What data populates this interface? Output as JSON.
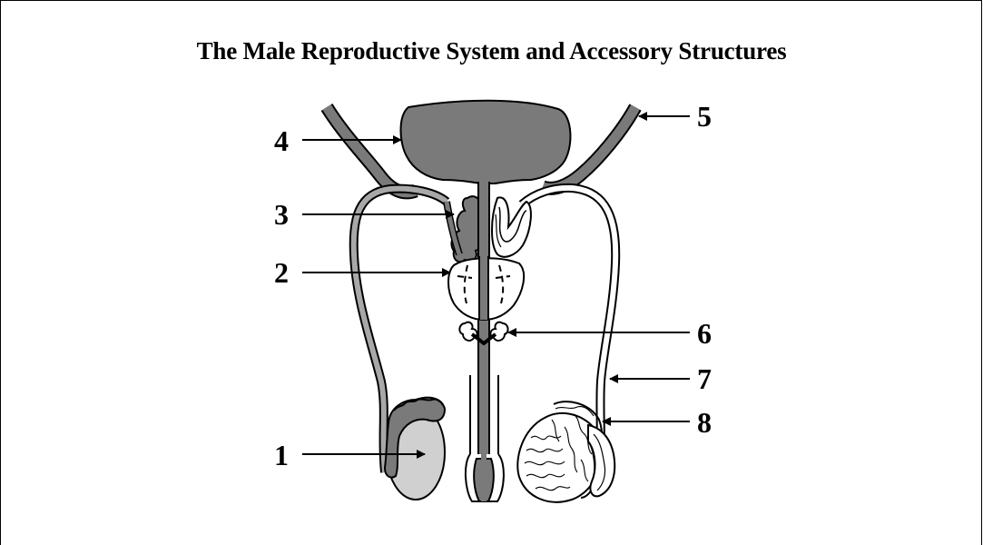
{
  "title": "The Male Reproductive System and Accessory Structures",
  "labels": {
    "l1": "1",
    "l2": "2",
    "l3": "3",
    "l4": "4",
    "l5": "5",
    "l6": "6",
    "l7": "7",
    "l8": "8"
  },
  "colors": {
    "dark_fill": "#7a7a7a",
    "light_fill": "#d0d0d0",
    "stroke": "#000000"
  }
}
